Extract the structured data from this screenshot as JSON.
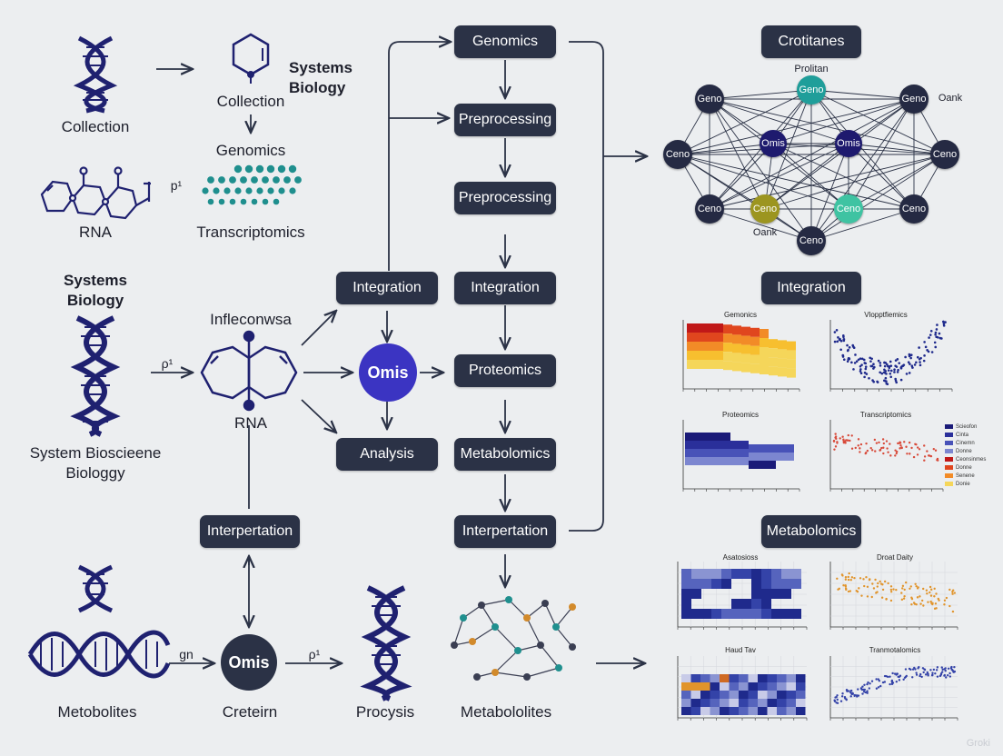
{
  "left_icons": {
    "collection_top": "Collection",
    "systems_biology_top": "Systems\nBiology",
    "collection_mid": "Collection",
    "genomics": "Genomics",
    "p1_a": "p¹",
    "rna_top": "RNA",
    "transcriptomics": "Transcriptomics",
    "systems_biology_mid": "Systems\nBiology",
    "infleconwsa": "Infleconwsa",
    "p1_b": "ρ¹",
    "rna_mid": "RNA",
    "system_bioscience": "System Bioscieene\nBiologgy",
    "gn": "gn",
    "p1_c": "ρ¹",
    "metabolites": "Metobolites",
    "creteirn": "Creteirn",
    "procysis": "Procysis",
    "metabololites": "Metabololites"
  },
  "pills": {
    "genomics": "Genomics",
    "preprocessing_1": "Preprocessing",
    "preprocessing_2": "Preprocessing",
    "integration_left": "Integration",
    "integration_mid": "Integration",
    "proteomics": "Proteomics",
    "analysis": "Analysis",
    "metabolomics_mid": "Metabolomics",
    "interpertation_left": "Interpertation",
    "interpertation_mid": "Interpertation",
    "crotitanes": "Crotitanes",
    "integration_right": "Integration",
    "metabolomics_right": "Metabolomics"
  },
  "omis_labels": {
    "center": "Omis",
    "bottom": "Omis"
  },
  "network": {
    "nodes": [
      {
        "label": "Geno",
        "color": "#252a43"
      },
      {
        "label": "Geno",
        "color": "#1f9e9a"
      },
      {
        "label": "Geno",
        "color": "#252a43"
      },
      {
        "label": "Ceno",
        "color": "#252a43"
      },
      {
        "label": "Omis",
        "color": "#1e1a6e"
      },
      {
        "label": "Omis",
        "color": "#1e1a6e"
      },
      {
        "label": "Ceno",
        "color": "#252a43"
      },
      {
        "label": "Ceno",
        "color": "#252a43"
      },
      {
        "label": "Ceno",
        "color": "#9c9520"
      },
      {
        "label": "Ceno",
        "color": "#3fc3a2"
      },
      {
        "label": "Ceno",
        "color": "#252a43"
      },
      {
        "label": "Ceno",
        "color": "#252a43"
      }
    ],
    "label_prolitan": "Prolitan",
    "label_oank_right": "Oank",
    "label_oank_bottom": "Oank"
  },
  "charts": {
    "heat_genomics_title": "Gemonics",
    "scatter_top_title": "Vlopptfiemics",
    "heat_prot_title": "Proteomics",
    "scatter_trans_title": "Transcriptomics",
    "legend": [
      "Scieofon",
      "Cinta",
      "Cinemn",
      "Donne",
      "Ceonsinmes",
      "Donne",
      "Senene",
      "Donie"
    ],
    "heat_meta_title": "Asatosioss",
    "scatter_orange_title": "Droat Daity",
    "heat_bottom_title": "Haud Tav",
    "scatter_blue_title": "Tranmotalomics"
  },
  "colors": {
    "pill_bg": "#2b3246",
    "navy": "#1f2170",
    "teal": "#1f8f8e",
    "omis_blue": "#3b34c2"
  },
  "watermark": "Groki"
}
